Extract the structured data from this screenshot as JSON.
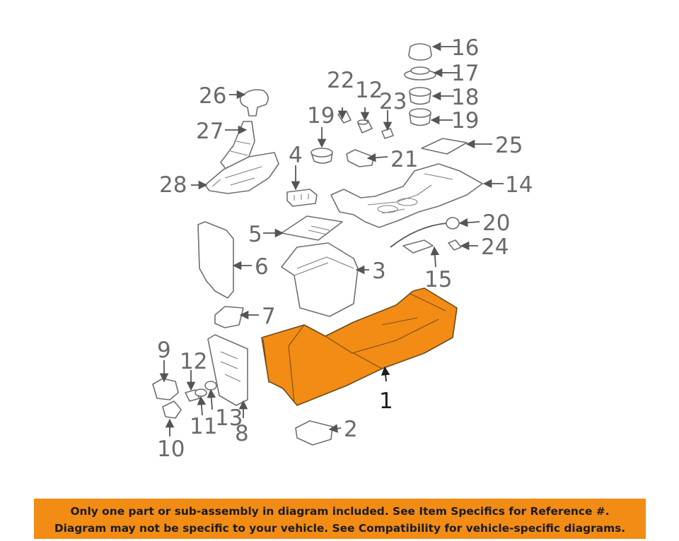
{
  "colors": {
    "highlight_part": "#f28c15",
    "notice_background": "#f28c15",
    "line_art": "#6f6f6f"
  },
  "callouts": [
    {
      "id": "16",
      "label": "16"
    },
    {
      "id": "17",
      "label": "17"
    },
    {
      "id": "18",
      "label": "18"
    },
    {
      "id": "19a",
      "label": "19"
    },
    {
      "id": "26",
      "label": "26"
    },
    {
      "id": "22",
      "label": "22"
    },
    {
      "id": "12a",
      "label": "12"
    },
    {
      "id": "23",
      "label": "23"
    },
    {
      "id": "19b",
      "label": "19"
    },
    {
      "id": "27",
      "label": "27"
    },
    {
      "id": "25",
      "label": "25"
    },
    {
      "id": "4",
      "label": "4"
    },
    {
      "id": "21",
      "label": "21"
    },
    {
      "id": "28",
      "label": "28"
    },
    {
      "id": "14",
      "label": "14"
    },
    {
      "id": "20",
      "label": "20"
    },
    {
      "id": "5",
      "label": "5"
    },
    {
      "id": "24",
      "label": "24"
    },
    {
      "id": "6",
      "label": "6"
    },
    {
      "id": "3",
      "label": "3"
    },
    {
      "id": "15",
      "label": "15"
    },
    {
      "id": "7",
      "label": "7"
    },
    {
      "id": "9",
      "label": "9"
    },
    {
      "id": "12b",
      "label": "12"
    },
    {
      "id": "1",
      "label": "1"
    },
    {
      "id": "13",
      "label": "13"
    },
    {
      "id": "11",
      "label": "11"
    },
    {
      "id": "2",
      "label": "2"
    },
    {
      "id": "8",
      "label": "8"
    },
    {
      "id": "10",
      "label": "10"
    }
  ],
  "notice": {
    "line1": "Only one part or sub-assembly in diagram included. See Item Specifics for Reference #.",
    "line2": "Diagram may not be specific to your vehicle. See Compatibility for vehicle-specific diagrams."
  }
}
